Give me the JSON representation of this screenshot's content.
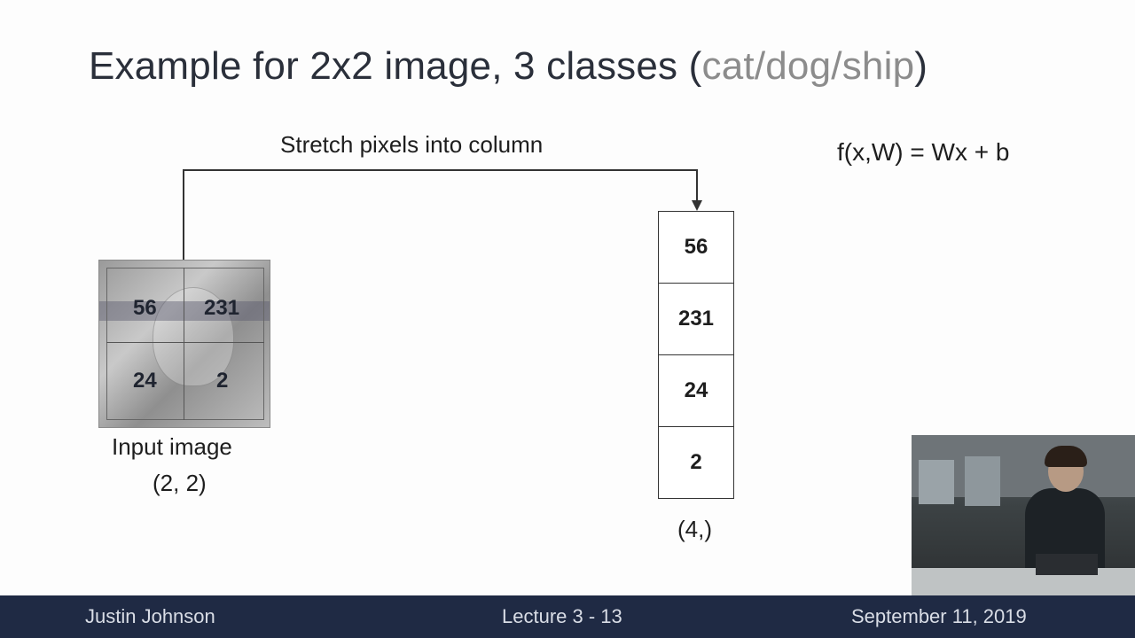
{
  "slide": {
    "title_prefix": "Example for 2x2 image, 3 classes (",
    "title_cat": "cat",
    "title_sep1": "/",
    "title_dog": "dog",
    "title_sep2": "/",
    "title_ship": "ship",
    "title_suffix": ")",
    "arrow_label": "Stretch pixels into column",
    "formula": "f(x,W) = Wx + b",
    "input_image": {
      "pixels": [
        "56",
        "231",
        "24",
        "2"
      ],
      "caption_line1": "Input image",
      "caption_line2": "(2, 2)"
    },
    "column_vector": {
      "values": [
        "56",
        "231",
        "24",
        "2"
      ],
      "shape_label": "(4,)"
    }
  },
  "footer": {
    "author": "Justin Johnson",
    "lecture": "Lecture 3 - 13",
    "date": "September 11, 2019"
  }
}
